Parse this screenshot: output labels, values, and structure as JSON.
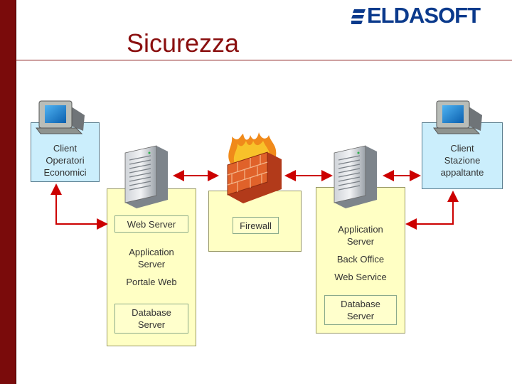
{
  "slide": {
    "title": "Sicurezza",
    "logo_text": "ELDASOFT"
  },
  "clients": {
    "left": [
      "Client",
      "Operatori",
      "Economici"
    ],
    "right": [
      "Client",
      "Stazione",
      "appaltante"
    ]
  },
  "dmz_zone": {
    "web_server": "Web Server",
    "application_server": [
      "Application",
      "Server"
    ],
    "portale_web": "Portale Web",
    "database_server": [
      "Database",
      "Server"
    ]
  },
  "firewall": {
    "label": "Firewall"
  },
  "internal_zone": {
    "application_server": [
      "Application",
      "Server"
    ],
    "back_office": "Back Office",
    "web_service": "Web Service",
    "database_server": [
      "Database",
      "Server"
    ]
  },
  "colors": {
    "accent": "#8a0f0f",
    "connector": "#cc0000",
    "client_fill": "#cbeefc",
    "zone_fill": "#ffffc4",
    "logo": "#0b3a8c"
  },
  "icons": [
    "computer-icon",
    "server-tower-icon",
    "firewall-icon",
    "logo-mark-icon"
  ]
}
